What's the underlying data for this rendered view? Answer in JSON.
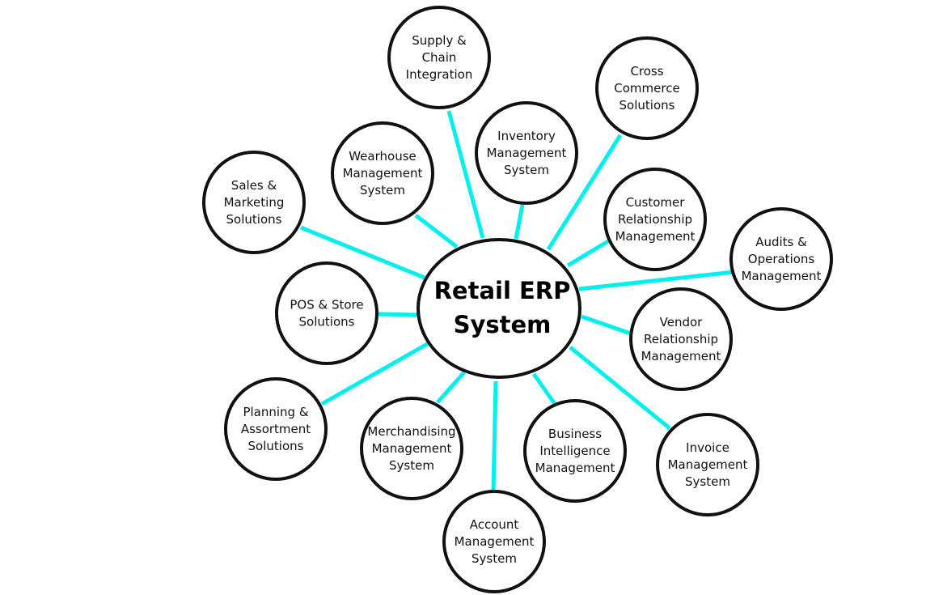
{
  "colors": {
    "connector": "#00f0f0",
    "circle_stroke": "#111111",
    "circle_fill": "#ffffff",
    "text": "#111111"
  },
  "center": {
    "lines": [
      "Retail ERP",
      "System"
    ]
  },
  "nodes": [
    {
      "id": "supply-chain-integration",
      "lines": [
        "Supply &",
        "Chain",
        "Integration"
      ]
    },
    {
      "id": "cross-commerce-solutions",
      "lines": [
        "Cross",
        "Commerce",
        "Solutions"
      ]
    },
    {
      "id": "inventory-management-system",
      "lines": [
        "Inventory",
        "Management",
        "System"
      ]
    },
    {
      "id": "wearhouse-management-system",
      "lines": [
        "Wearhouse",
        "Management",
        "System"
      ]
    },
    {
      "id": "sales-marketing-solutions",
      "lines": [
        "Sales &",
        "Marketing",
        "Solutions"
      ]
    },
    {
      "id": "customer-relationship-management",
      "lines": [
        "Customer",
        "Relationship",
        "Management"
      ]
    },
    {
      "id": "audits-operations-management",
      "lines": [
        "Audits &",
        "Operations",
        "Management"
      ]
    },
    {
      "id": "pos-store-solutions",
      "lines": [
        "POS & Store",
        "Solutions"
      ]
    },
    {
      "id": "vendor-relationship-management",
      "lines": [
        "Vendor",
        "Relationship",
        "Management"
      ]
    },
    {
      "id": "planning-assortment-solutions",
      "lines": [
        "Planning &",
        "Assortment",
        "Solutions"
      ]
    },
    {
      "id": "merchandising-management-system",
      "lines": [
        "Merchandising",
        "Management",
        "System"
      ]
    },
    {
      "id": "business-intelligence-management",
      "lines": [
        "Business",
        "Intelligence",
        "Management"
      ]
    },
    {
      "id": "invoice-management-system",
      "lines": [
        "Invoice",
        "Management",
        "System"
      ]
    },
    {
      "id": "account-management-system",
      "lines": [
        "Account",
        "Management",
        "System"
      ]
    }
  ]
}
